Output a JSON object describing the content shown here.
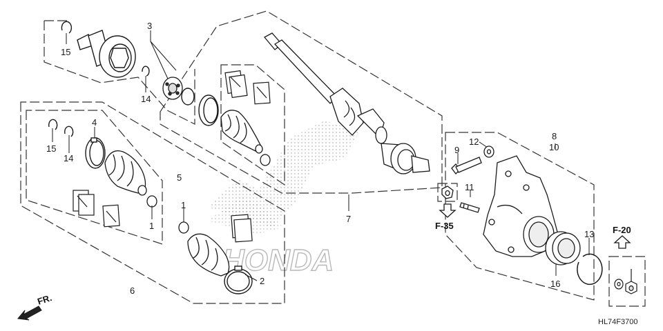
{
  "diagram": {
    "code": "HL74F3700",
    "direction_label": "FR.",
    "watermark_text": "HONDA",
    "reference_labels": {
      "f35": "F-35",
      "f20": "F-20"
    },
    "callouts": {
      "p1a": "1",
      "p1b": "1",
      "p2": "2",
      "p3": "3",
      "p4": "4",
      "p5": "5",
      "p6": "6",
      "p7": "7",
      "p8": "8",
      "p9": "9",
      "p10": "10",
      "p11": "11",
      "p12": "12",
      "p13": "13",
      "p14a": "14",
      "p14b": "14",
      "p15a": "15",
      "p15b": "15",
      "p16": "16"
    }
  },
  "colors": {
    "line": "#1a1a1a",
    "dash": "#333333",
    "watermark": "#b8b8b8",
    "background": "#ffffff"
  }
}
